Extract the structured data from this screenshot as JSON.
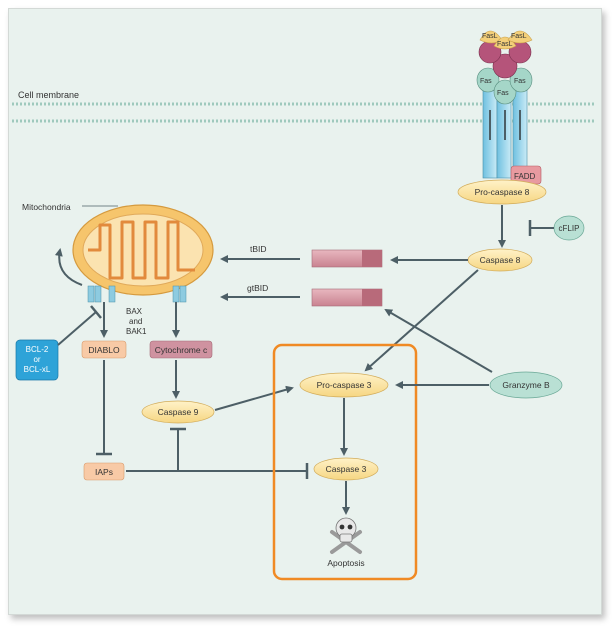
{
  "labels": {
    "cell_membrane": "Cell membrane",
    "fasl_1": "FasL",
    "fasl_2": "FasL",
    "fasl_3": "FasL",
    "fas_1": "Fas",
    "fas_2": "Fas",
    "fas_3": "Fas",
    "fadd": "FADD",
    "pro_caspase_8": "Pro-caspase 8",
    "cflip": "cFLIP",
    "caspase_8": "Caspase 8",
    "tbid": "tBID",
    "gtbid": "gtBID",
    "mitochondria": "Mitochondria",
    "bax_bak1_line1": "BAX",
    "bax_bak1_line2": "and",
    "bax_bak1_line3": "BAK1",
    "bcl2_line1": "BCL-2",
    "bcl2_line2": "or",
    "bcl2_line3": "BCL-xL",
    "diablo": "DIABLO",
    "cytochrome_c": "Cytochrome c",
    "caspase_9": "Caspase 9",
    "iaps": "IAPs",
    "pro_caspase_3": "Pro-caspase 3",
    "granzyme_b": "Granzyme B",
    "caspase_3": "Caspase 3",
    "apoptosis": "Apoptosis"
  },
  "colors": {
    "background": "#e9f2ee",
    "arrow": "#4d5f66",
    "highlight_box": "#f08a24",
    "caspase_fill": "#fce3a2",
    "mitochondria_outer": "#f2c26a",
    "bcl2_fill": "#2aa0d8",
    "cytochrome_fill": "#c98c9c",
    "diablo_fill": "#f7c9a4",
    "bid_fill": "#d99aa4"
  }
}
